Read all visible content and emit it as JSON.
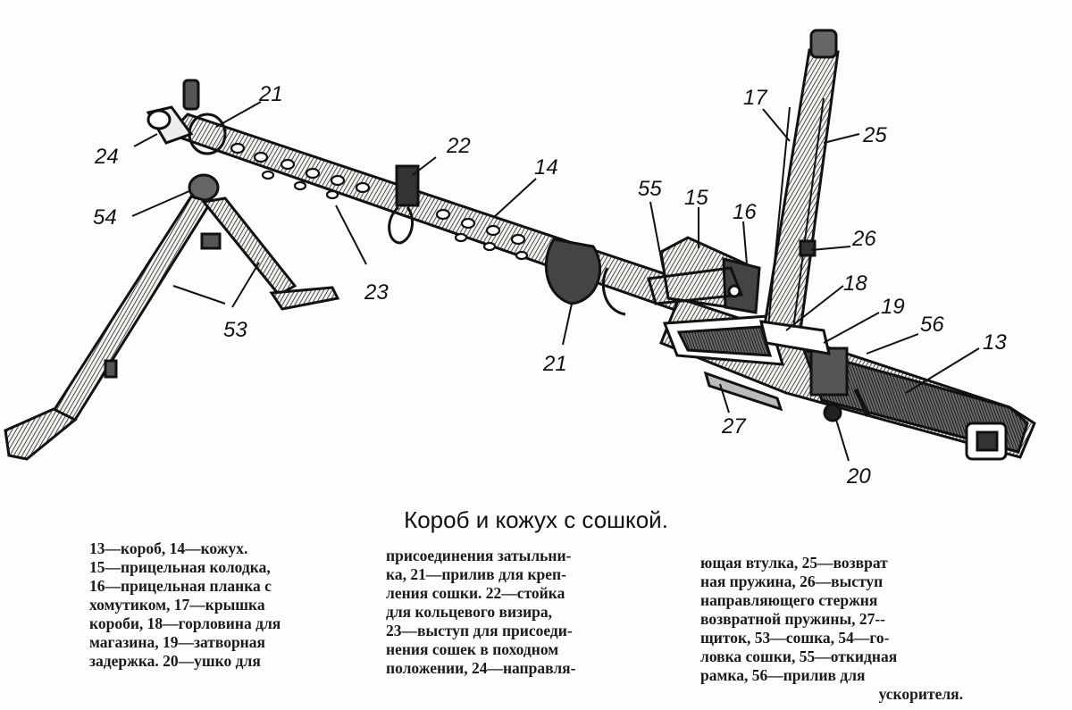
{
  "callouts": [
    {
      "id": "21a",
      "label": "21"
    },
    {
      "id": "24",
      "label": "24"
    },
    {
      "id": "54",
      "label": "54"
    },
    {
      "id": "53",
      "label": "53"
    },
    {
      "id": "22",
      "label": "22"
    },
    {
      "id": "23",
      "label": "23"
    },
    {
      "id": "14",
      "label": "14"
    },
    {
      "id": "21b",
      "label": "21"
    },
    {
      "id": "55",
      "label": "55"
    },
    {
      "id": "15",
      "label": "15"
    },
    {
      "id": "16",
      "label": "16"
    },
    {
      "id": "17",
      "label": "17"
    },
    {
      "id": "25",
      "label": "25"
    },
    {
      "id": "26",
      "label": "26"
    },
    {
      "id": "18",
      "label": "18"
    },
    {
      "id": "19",
      "label": "19"
    },
    {
      "id": "56",
      "label": "56"
    },
    {
      "id": "13",
      "label": "13"
    },
    {
      "id": "27",
      "label": "27"
    },
    {
      "id": "20",
      "label": "20"
    }
  ],
  "caption": {
    "title": "Короб и кожух с сошкой.",
    "column1": [
      "13—короб,       14—кожух.",
      "15—прицельная колодка,",
      "16—прицельная планка с",
      "хомутиком,    17—крышка",
      "короби, 18—горловина для",
      "магазина,     19—затворная",
      "задержка.  20—ушко  для"
    ],
    "column2": [
      "присоединения затыльни-",
      "ка, 21—прилив для креп-",
      "ления сошки. 22—стойка",
      "для   кольцевого   визира,",
      "23—выступ для присоеди-",
      "нения сошек в походном",
      "положении, 24—направля-"
    ],
    "column3": [
      "ющая втулка, 25—возврат",
      "ная пружина, 26—выступ",
      "направляющего   стержня",
      "возвратной пружины, 27--",
      "щиток, 53—сошка, 54—го-",
      "ловка сошки, 55—откидная",
      "рамка,    56—прилив  для",
      "ускорителя."
    ]
  }
}
